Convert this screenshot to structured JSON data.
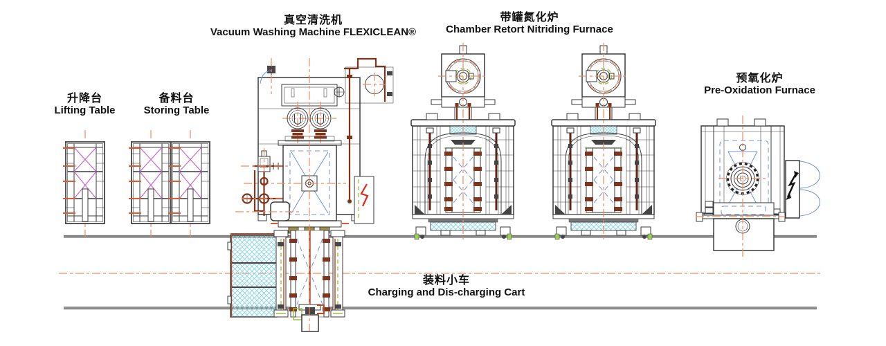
{
  "diagram": {
    "kind": "heat-treatment production line - engineering elevation drawing",
    "equipment": [
      {
        "id": "lifting_table",
        "label_zh": "升降台",
        "label_en": "Lifting Table"
      },
      {
        "id": "storing_table",
        "label_zh": "备料台",
        "label_en": "Storing Table"
      },
      {
        "id": "vacuum_washing_machine",
        "label_zh": "真空清洗机",
        "label_en": "Vacuum Washing Machine",
        "brand": "FLEXICLEAN®"
      },
      {
        "id": "nitriding_furnace",
        "label_zh": "带罐氮化炉",
        "label_en": "Chamber Retort Nitriding Furnace"
      },
      {
        "id": "pre_oxidation_furnace",
        "label_zh": "预氧化炉",
        "label_en": "Pre-Oxidation Furnace"
      },
      {
        "id": "charging_cart",
        "label_zh": "装料小车",
        "label_en": "Charging and Dis-charging Cart"
      }
    ],
    "colors": {
      "line_black": "#3a3a3a",
      "rail_gray": "#8a8a8a",
      "centerline_orange": "#f08a5e",
      "tick_orange": "#e2572b",
      "bracing_magenta": "#c668c6",
      "detail_blue": "#7490dd",
      "hatch_cyan": "#8ed7e4",
      "pipe_brown": "#7e351c",
      "accent_green": "#96c23c",
      "alert_red": "#e02818"
    }
  }
}
